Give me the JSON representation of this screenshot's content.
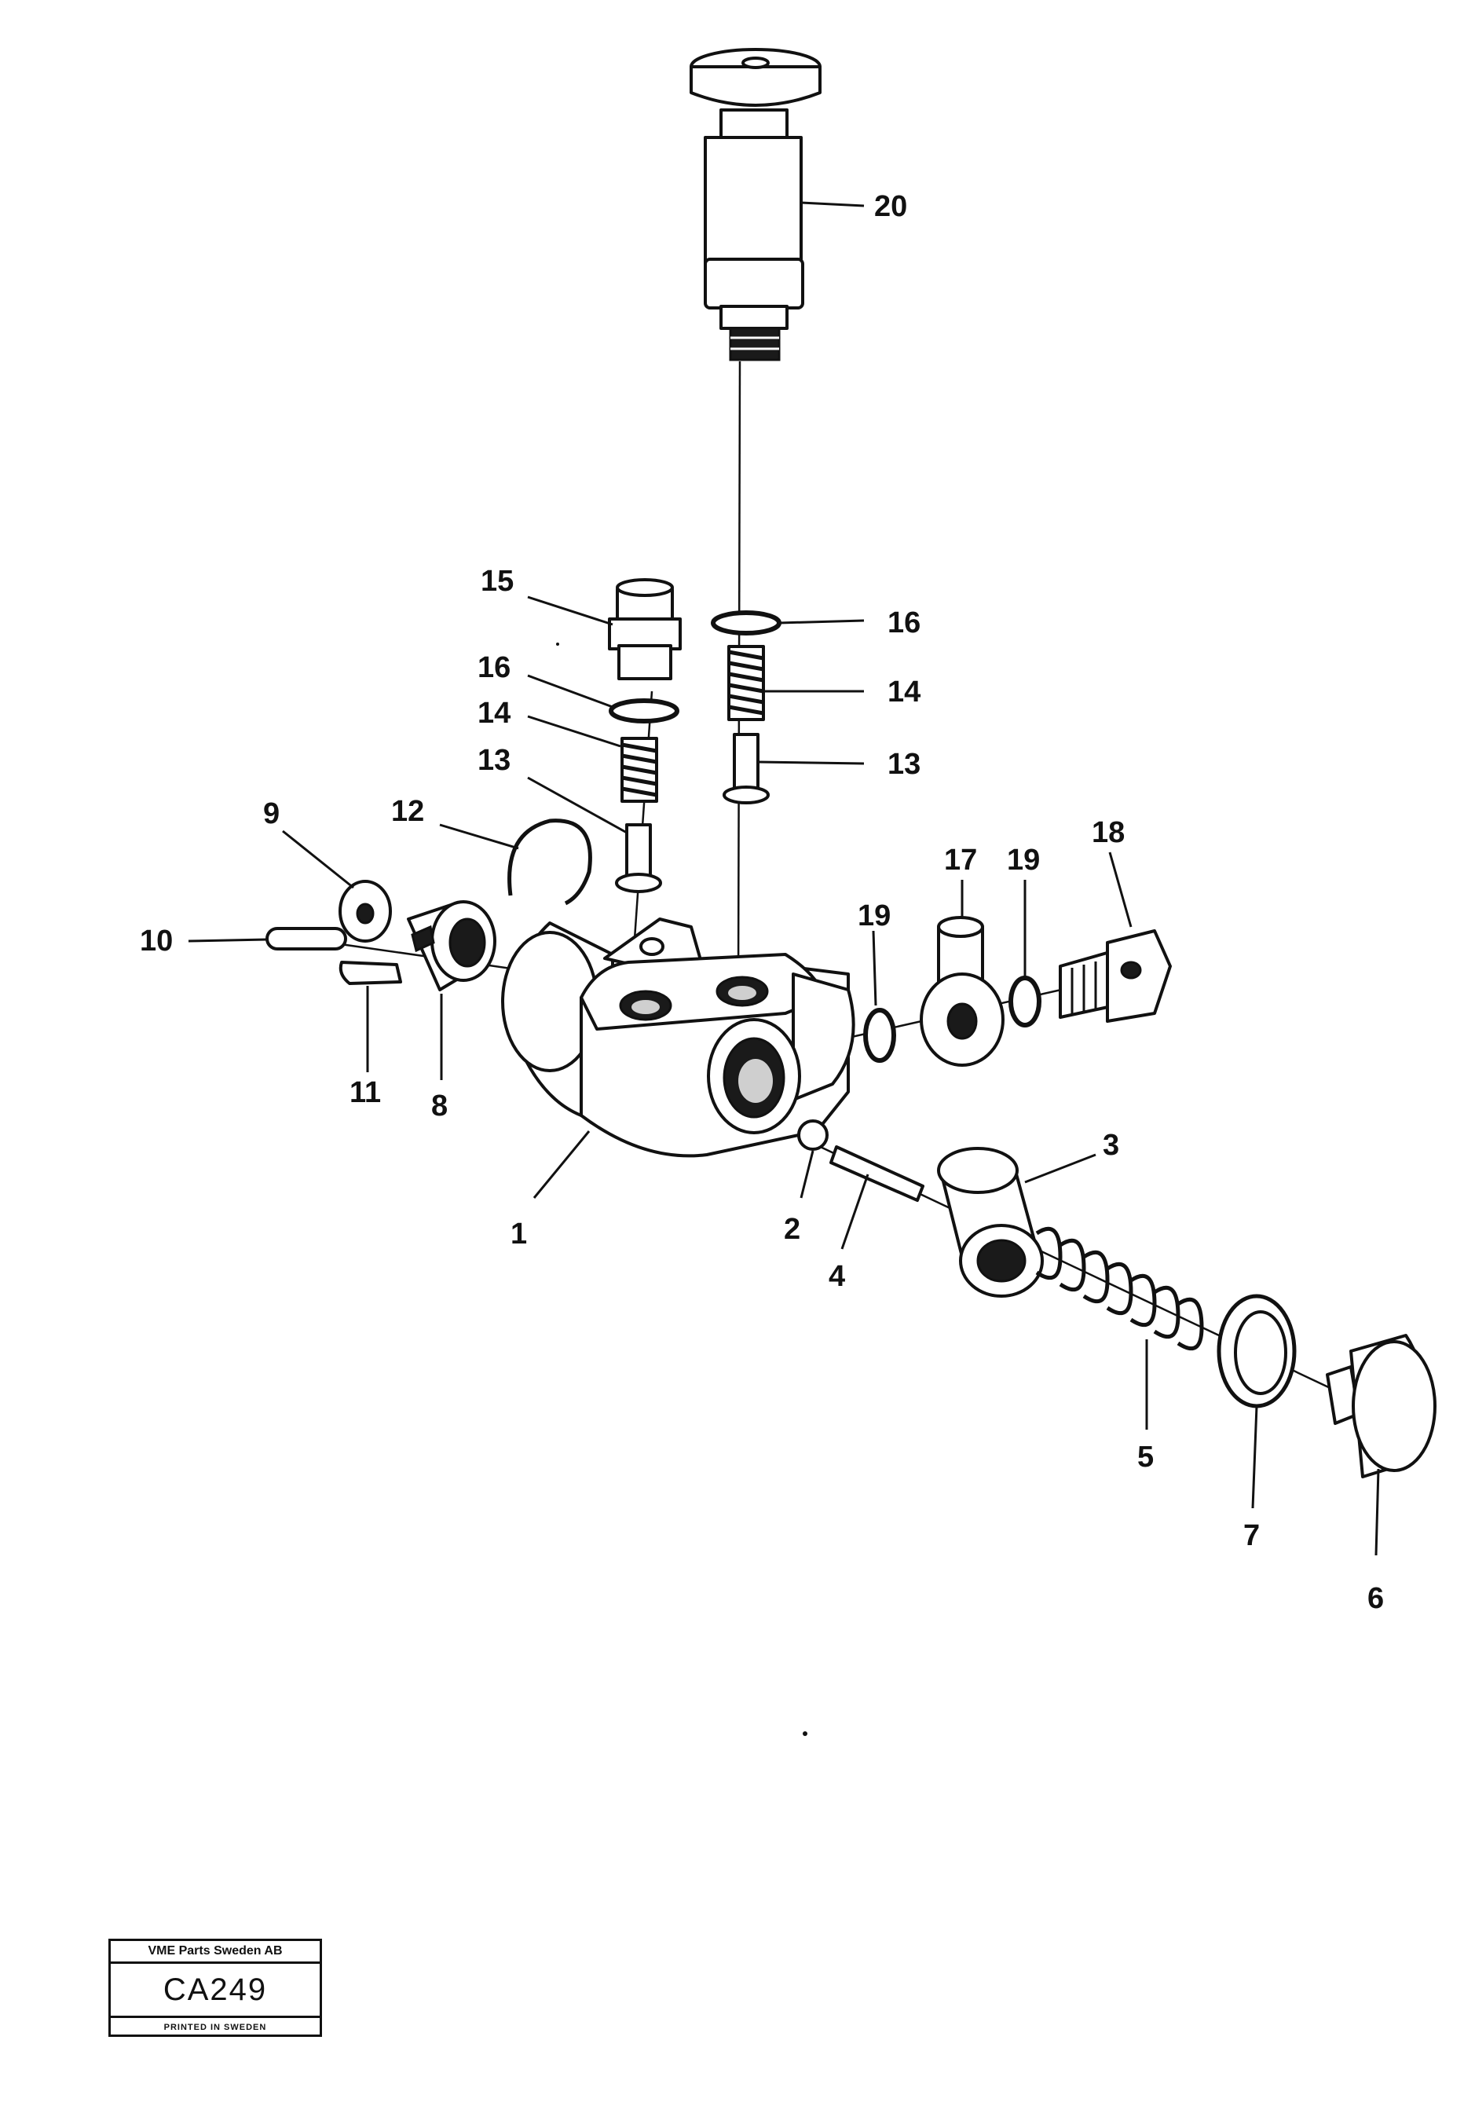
{
  "callouts": {
    "c1": "1",
    "c2": "2",
    "c3": "3",
    "c4": "4",
    "c5": "5",
    "c6": "6",
    "c7": "7",
    "c8": "8",
    "c9": "9",
    "c10": "10",
    "c11": "11",
    "c12": "12",
    "c13a": "13",
    "c13b": "13",
    "c14a": "14",
    "c14b": "14",
    "c15": "15",
    "c16a": "16",
    "c16b": "16",
    "c17": "17",
    "c18": "18",
    "c19a": "19",
    "c19b": "19",
    "c20": "20"
  },
  "title_block": {
    "company": "VME Parts Sweden AB",
    "code": "CA249",
    "printed": "PRINTED IN SWEDEN"
  }
}
